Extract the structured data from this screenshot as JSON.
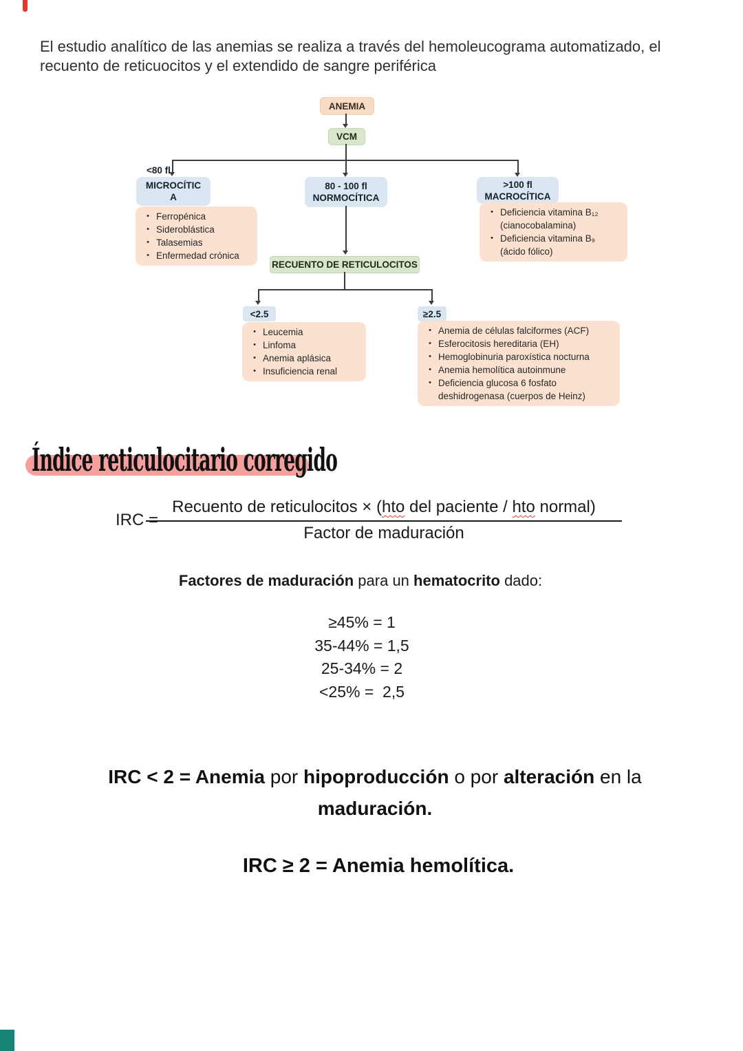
{
  "intro": {
    "line1": "El estudio analítico de las anemias se realiza a través del hemoleucograma automatizado, el",
    "line2": "recuento de reticuocitos y el extendido de sangre periférica"
  },
  "flowchart": {
    "root": "ANEMIA",
    "vcm": "VCM",
    "micro": {
      "label_above": "<80 fl",
      "line1": "MICROCÍTIC",
      "line2": "A",
      "items": [
        "Ferropénica",
        "Sideroblástica",
        "Talasemias",
        "Enfermedad crónica"
      ]
    },
    "normo": {
      "line1": "80 - 100 fl",
      "line2": "NORMOCÍTICA"
    },
    "macro": {
      "line1": ">100 fl",
      "line2": "MACROCÍTICA",
      "items": [
        "Deficiencia vitamina B₁₂ (cianocobalamina)",
        "Deficiencia vitamina B₉ (ácido fólico)"
      ]
    },
    "reticulocitos": "RECUENTO DE RETICULOCITOS",
    "low": {
      "label": "<2.5",
      "items": [
        "Leucemia",
        "Linfoma",
        "Anemia aplásica",
        "Insuficiencia renal"
      ]
    },
    "high": {
      "label": "≥2.5",
      "items": [
        "Anemia de células falciformes (ACF)",
        "Esferocitosis hereditaria (EH)",
        "Hemoglobinuria paroxística nocturna",
        "Anemia hemolítica autoinmune",
        "Deficiencia glucosa 6 fosfato deshidrogenasa (cuerpos de Heinz)"
      ]
    }
  },
  "section": {
    "heading": "Índice reticulocitario corregido",
    "formula": {
      "lhs": "IRC =",
      "num_pre": "Recuento de reticulocitos × (",
      "num_hto1": "hto",
      "num_mid": " del paciente / ",
      "num_hto2": "hto",
      "num_post": " normal)",
      "den": "Factor de maduración"
    },
    "factors_intro": [
      {
        "t": "Factores de maduración",
        "b": true
      },
      {
        "t": " para un ",
        "b": false
      },
      {
        "t": "hematocrito",
        "b": true
      },
      {
        "t": " dado:",
        "b": false
      }
    ],
    "factors": [
      "≥45% = 1",
      "35-44% = 1,5",
      "25-34% = 2",
      "<25% =  2,5"
    ],
    "conclusion1_line1": [
      {
        "t": "IRC < 2 = Anemia",
        "b": true
      },
      {
        "t": " por ",
        "b": false
      },
      {
        "t": "hipoproducción",
        "b": true
      },
      {
        "t": " o por ",
        "b": false
      },
      {
        "t": "alteración",
        "b": true
      },
      {
        "t": " en la",
        "b": false
      }
    ],
    "conclusion1_line2": [
      {
        "t": "maduración.",
        "b": true
      }
    ],
    "conclusion2": [
      {
        "t": "IRC ≥ 2 = Anemia hemolítica.",
        "b": true
      }
    ]
  },
  "colors": {
    "peach_box": "#f8dcc6",
    "peach_list": "#fbe2d0",
    "blue_box": "#dbe6f2",
    "green_box": "#d8e7cb",
    "heading_highlight": "#f4a09f",
    "squiggle_red": "#d23f31",
    "top_marker_red": "#e2392c",
    "bottom_marker_teal": "#158578",
    "line": "#3c3c3c"
  }
}
